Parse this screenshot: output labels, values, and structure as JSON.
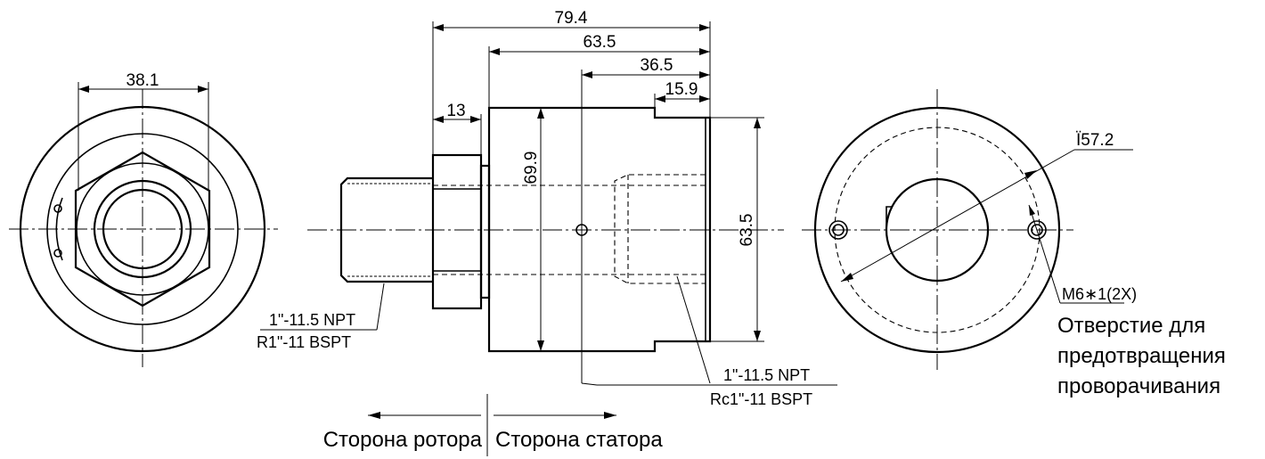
{
  "dimensions": {
    "overall_length": "79.4",
    "body_length": "63.5",
    "port_position": "36.5",
    "notch_length": "15.9",
    "flange_length": "13",
    "flange_diameter": "69.9",
    "body_height": "63.5",
    "hex_width": "38.1",
    "bolt_circle": "Ï57.2"
  },
  "labels": {
    "rotor_thread_npt": "1\"-11.5 NPT",
    "rotor_thread_bspt": "R1\"-11 BSPT",
    "stator_thread_npt": "1\"-11.5 NPT",
    "stator_thread_bspt": "Rc1\"-11 BSPT",
    "hole_spec": "M6∗1(2X)",
    "hole_desc_1": "Отверстие для",
    "hole_desc_2": "предотвращения",
    "hole_desc_3": "проворачивания"
  },
  "sides": {
    "rotor": "Сторона ротора",
    "stator": "Сторона статора"
  }
}
